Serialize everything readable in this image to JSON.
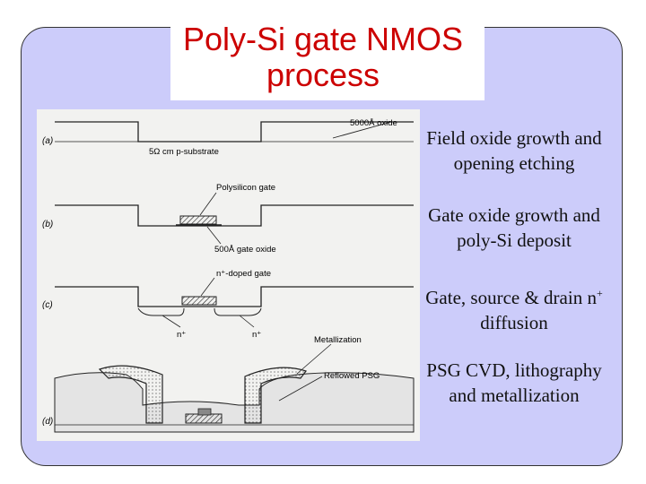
{
  "slide": {
    "title_line1": "Poly-Si gate NMOS",
    "title_line2": "process",
    "steps": [
      {
        "text": "Field oxide growth and opening etching"
      },
      {
        "text": "Gate oxide growth and poly-Si deposit"
      },
      {
        "text_before": "Gate, source & drain n",
        "sup": "+",
        "text_after": " diffusion"
      },
      {
        "text": "PSG CVD, lithography and metallization"
      }
    ]
  },
  "figure": {
    "panel_labels": [
      "(a)",
      "(b)",
      "(c)",
      "(d)"
    ],
    "labels": {
      "field_oxide": "5000Å oxide",
      "substrate": "5Ω cm p-substrate",
      "poly_gate": "Polysilicon gate",
      "gate_oxide": "500Å gate oxide",
      "doped_gate": "n⁺-doped gate",
      "n_plus_left": "n⁺",
      "n_plus_right": "n⁺",
      "metallization": "Metallization",
      "reflowed_psg": "Reflowed PSG"
    }
  },
  "colors": {
    "title": "#cc0000",
    "panel": "#ccccfa",
    "figure_bg": "#f2f2f0"
  }
}
